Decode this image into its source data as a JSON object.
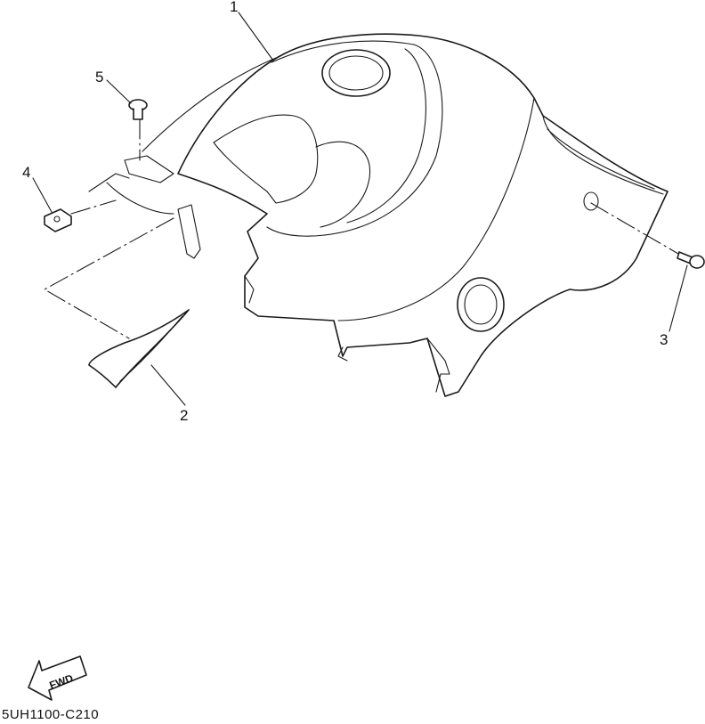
{
  "callouts": [
    {
      "id": "1",
      "label": "1"
    },
    {
      "id": "2",
      "label": "2"
    },
    {
      "id": "3",
      "label": "3"
    },
    {
      "id": "4",
      "label": "4"
    },
    {
      "id": "5",
      "label": "5"
    }
  ],
  "fwd_label": "FWD",
  "diagram_code": "5UH1100-C210"
}
